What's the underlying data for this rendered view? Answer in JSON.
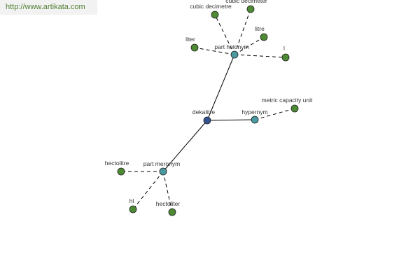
{
  "watermark": "http://www.artikata.com",
  "colors": {
    "root": "#33528f",
    "relation": "#4b9aa2",
    "term": "#4e8a33"
  },
  "graph": {
    "nodes": [
      {
        "id": "dekalitre",
        "label": "dekalitre",
        "kind": "root"
      },
      {
        "id": "part-holonym",
        "label": "part holonym",
        "kind": "relation"
      },
      {
        "id": "hypernym",
        "label": "hypernym",
        "kind": "relation"
      },
      {
        "id": "part-meronym",
        "label": "part meronym",
        "kind": "relation"
      },
      {
        "id": "cubic-decimetre",
        "label": "cubic decimetre",
        "kind": "term"
      },
      {
        "id": "cubic-decimeter",
        "label": "cubic decimeter",
        "kind": "term"
      },
      {
        "id": "litre",
        "label": "litre",
        "kind": "term"
      },
      {
        "id": "liter",
        "label": "liter",
        "kind": "term"
      },
      {
        "id": "l",
        "label": "l",
        "kind": "term"
      },
      {
        "id": "metric-capacity-unit",
        "label": "metric capacity unit",
        "kind": "term"
      },
      {
        "id": "hectolitre",
        "label": "hectolitre",
        "kind": "term"
      },
      {
        "id": "hl",
        "label": "hl",
        "kind": "term"
      },
      {
        "id": "hectoliter",
        "label": "hectoliter",
        "kind": "term"
      }
    ],
    "edges": [
      {
        "from": "dekalitre",
        "to": "part-holonym",
        "style": "solid"
      },
      {
        "from": "dekalitre",
        "to": "hypernym",
        "style": "solid"
      },
      {
        "from": "dekalitre",
        "to": "part-meronym",
        "style": "solid"
      },
      {
        "from": "part-holonym",
        "to": "cubic-decimetre",
        "style": "dashed"
      },
      {
        "from": "part-holonym",
        "to": "cubic-decimeter",
        "style": "dashed"
      },
      {
        "from": "part-holonym",
        "to": "litre",
        "style": "dashed"
      },
      {
        "from": "part-holonym",
        "to": "liter",
        "style": "dashed"
      },
      {
        "from": "part-holonym",
        "to": "l",
        "style": "dashed"
      },
      {
        "from": "hypernym",
        "to": "metric-capacity-unit",
        "style": "dashed"
      },
      {
        "from": "part-meronym",
        "to": "hectolitre",
        "style": "dashed"
      },
      {
        "from": "part-meronym",
        "to": "hl",
        "style": "dashed"
      },
      {
        "from": "part-meronym",
        "to": "hectoliter",
        "style": "dashed"
      }
    ]
  }
}
